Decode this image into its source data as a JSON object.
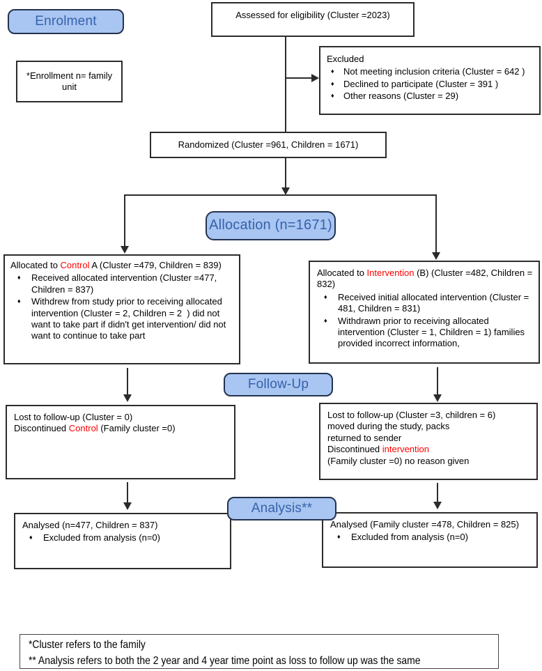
{
  "stages": {
    "enrolment": "Enrolment",
    "allocation": "Allocation (n=1671)",
    "followup": "Follow-Up",
    "analysis": "Analysis**"
  },
  "enrollment_note": "*Enrollment n= family unit",
  "assessed": "Assessed for eligibility (Cluster =2023)",
  "excluded": {
    "title": "Excluded",
    "items": [
      "Not meeting inclusion criteria (Cluster = 642 )",
      "Declined to participate (Cluster = 391 )",
      "Other reasons (Cluster = 29)"
    ]
  },
  "randomized": "Randomized (Cluster =961, Children = 1671)",
  "alloc_left": {
    "title_pre": "Allocated to ",
    "title_red": "Control",
    "title_post": " A (Cluster =479, Children = 839)",
    "items": [
      "Received allocated intervention (Cluster =477, Children = 837)",
      "Withdrew from study prior to receiving allocated intervention (Cluster = 2, Children = 2  ) did not want to take part if didn't get intervention/ did not want to continue to take part"
    ]
  },
  "alloc_right": {
    "title_pre": "Allocated to ",
    "title_red": "Intervention",
    "title_post": " (B) (Cluster =482, Children = 832)",
    "items": [
      "Received initial allocated intervention (Cluster = 481, Children = 831)",
      "Withdrawn prior to receiving allocated intervention (Cluster = 1, Children = 1) families provided incorrect information,"
    ]
  },
  "fu_left": {
    "line1": "Lost to follow-up (Cluster = 0)",
    "line2_pre": "Discontinued ",
    "line2_red": "Control",
    "line2_post": " (Family cluster =0)"
  },
  "fu_right": {
    "line1": "Lost to follow-up (Cluster =3, children = 6)",
    "line2": "moved during the study, packs",
    "line3": "returned to sender",
    "line4_pre": "Discontinued ",
    "line4_red": "intervention",
    "line5": "(Family cluster =0) no reason given"
  },
  "an_left": {
    "title": "Analysed (n=477, Children = 837)",
    "items": [
      "Excluded from analysis (n=0)"
    ]
  },
  "an_right": {
    "title": "Analysed (Family cluster =478, Children = 825)",
    "items": [
      "Excluded from analysis (n=0)"
    ]
  },
  "footnote": {
    "line1": "*Cluster refers to the family",
    "line2": "** Analysis refers to both the 2 year and 4 year time point as loss to follow up was the same"
  },
  "bullet": "♦",
  "colors": {
    "stage_fill": "#a9c5f1",
    "stage_border": "#24324e",
    "stage_text": "#3562ac",
    "highlight_red": "#ff0000",
    "line": "#2b2b2b"
  }
}
